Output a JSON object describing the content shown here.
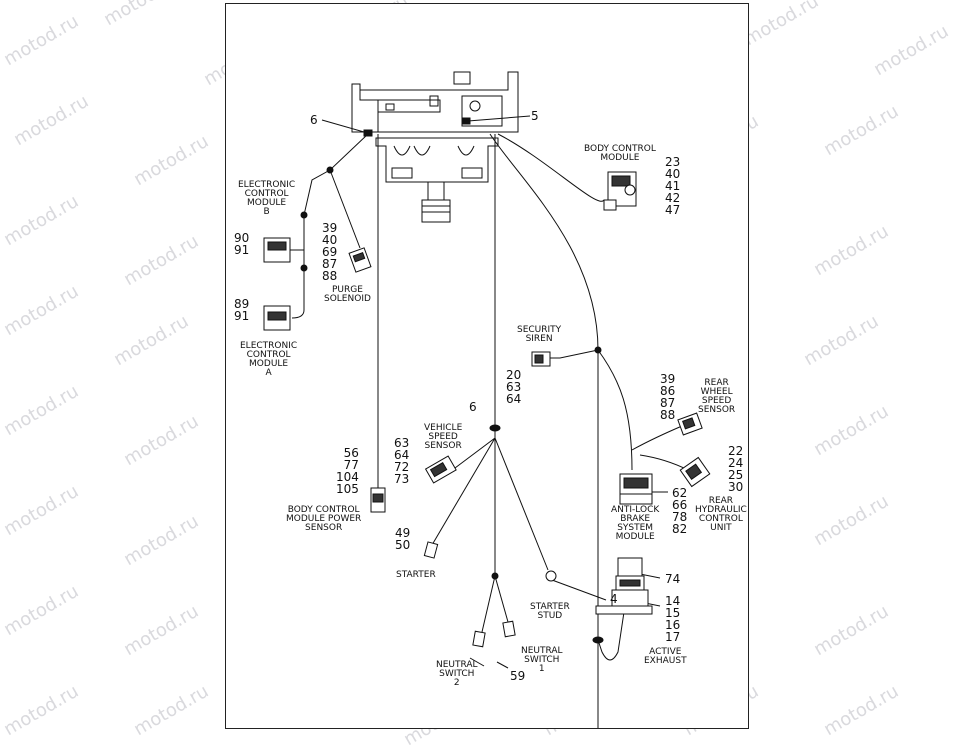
{
  "watermark": "motod.ru",
  "colors": {
    "line": "#111111",
    "frame": "#222222",
    "watermark": "#a8a8b4"
  },
  "callouts": {
    "c6_top": "6",
    "c5": "5",
    "bcm": [
      "23",
      "40",
      "41",
      "42",
      "47"
    ],
    "ecm_b": [
      "90",
      "91"
    ],
    "purge": [
      "39",
      "40",
      "69",
      "87",
      "88"
    ],
    "ecm_a": [
      "89",
      "91"
    ],
    "siren": [
      "20",
      "63",
      "64"
    ],
    "c6_mid": "6",
    "rear_speed": [
      "39",
      "86",
      "87",
      "88"
    ],
    "hcu": [
      "22",
      "24",
      "25",
      "30"
    ],
    "vss": [
      "63",
      "64",
      "72",
      "73"
    ],
    "bcm_power": [
      "56",
      "77",
      "104",
      "105"
    ],
    "abs": [
      "62",
      "66",
      "78",
      "82"
    ],
    "starter": [
      "49",
      "50"
    ],
    "c74": "74",
    "c4": "4",
    "exhaust": [
      "14",
      "15",
      "16",
      "17"
    ],
    "c59": "59"
  },
  "labels": {
    "body_control_module": [
      "BODY CONTROL",
      "MODULE"
    ],
    "ecm_b": [
      "ELECTRONIC",
      "CONTROL",
      "MODULE",
      "B"
    ],
    "purge_solenoid": [
      "PURGE",
      "SOLENOID"
    ],
    "ecm_a": [
      "ELECTRONIC",
      "CONTROL",
      "MODULE",
      "A"
    ],
    "security_siren": [
      "SECURITY",
      "SIREN"
    ],
    "rear_wheel_speed_sensor": [
      "REAR",
      "WHEEL",
      "SPEED",
      "SENSOR"
    ],
    "vehicle_speed_sensor": [
      "VEHICLE",
      "SPEED",
      "SENSOR"
    ],
    "rear_hydraulic_control_unit": [
      "REAR",
      "HYDRAULIC",
      "CONTROL",
      "UNIT"
    ],
    "abs_module": [
      "ANTI-LOCK",
      "BRAKE",
      "SYSTEM",
      "MODULE"
    ],
    "bcm_power_sensor": [
      "BODY CONTROL",
      "MODULE POWER",
      "SENSOR"
    ],
    "starter": [
      "STARTER"
    ],
    "starter_stud": [
      "STARTER",
      "STUD"
    ],
    "neutral_switch_1": [
      "NEUTRAL",
      "SWITCH",
      "1"
    ],
    "neutral_switch_2": [
      "NEUTRAL",
      "SWITCH",
      "2"
    ],
    "active_exhaust": [
      "ACTIVE",
      "EXHAUST"
    ]
  }
}
